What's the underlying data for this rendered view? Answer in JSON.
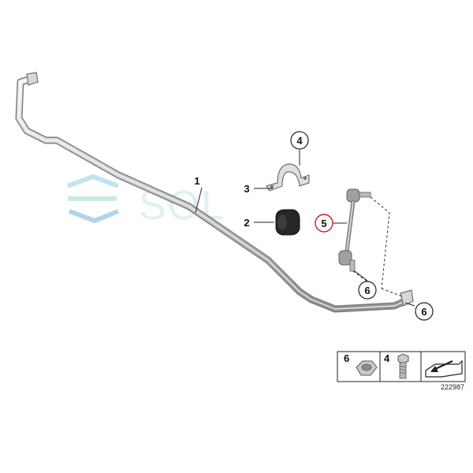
{
  "watermark": {
    "text": "SOL",
    "color": "#bfe3e8"
  },
  "callouts": [
    {
      "id": "1",
      "label": "1",
      "part": "stabilizer-bar",
      "circled": false
    },
    {
      "id": "2",
      "label": "2",
      "part": "rubber-mounting",
      "circled": false
    },
    {
      "id": "3",
      "label": "3",
      "part": "bracket",
      "circled": false
    },
    {
      "id": "4",
      "label": "4",
      "part": "bolt",
      "circled": true
    },
    {
      "id": "5",
      "label": "5",
      "part": "link-rod",
      "circled": true,
      "highlight_color": "#cc1f1f"
    },
    {
      "id": "6a",
      "label": "6",
      "part": "nut",
      "circled": true
    },
    {
      "id": "6b",
      "label": "6",
      "part": "nut",
      "circled": true
    }
  ],
  "legend": {
    "cells": [
      {
        "label": "6",
        "icon": "hex-nut-icon"
      },
      {
        "label": "4",
        "icon": "hex-bolt-icon"
      },
      {
        "label": "",
        "icon": "car-underbody-arrow-icon"
      }
    ]
  },
  "reference_number": "222987",
  "colors": {
    "part_fill": "#d9dadb",
    "part_stroke": "#8a8c8e",
    "bushing": "#2a2a2a",
    "line": "#222222"
  }
}
